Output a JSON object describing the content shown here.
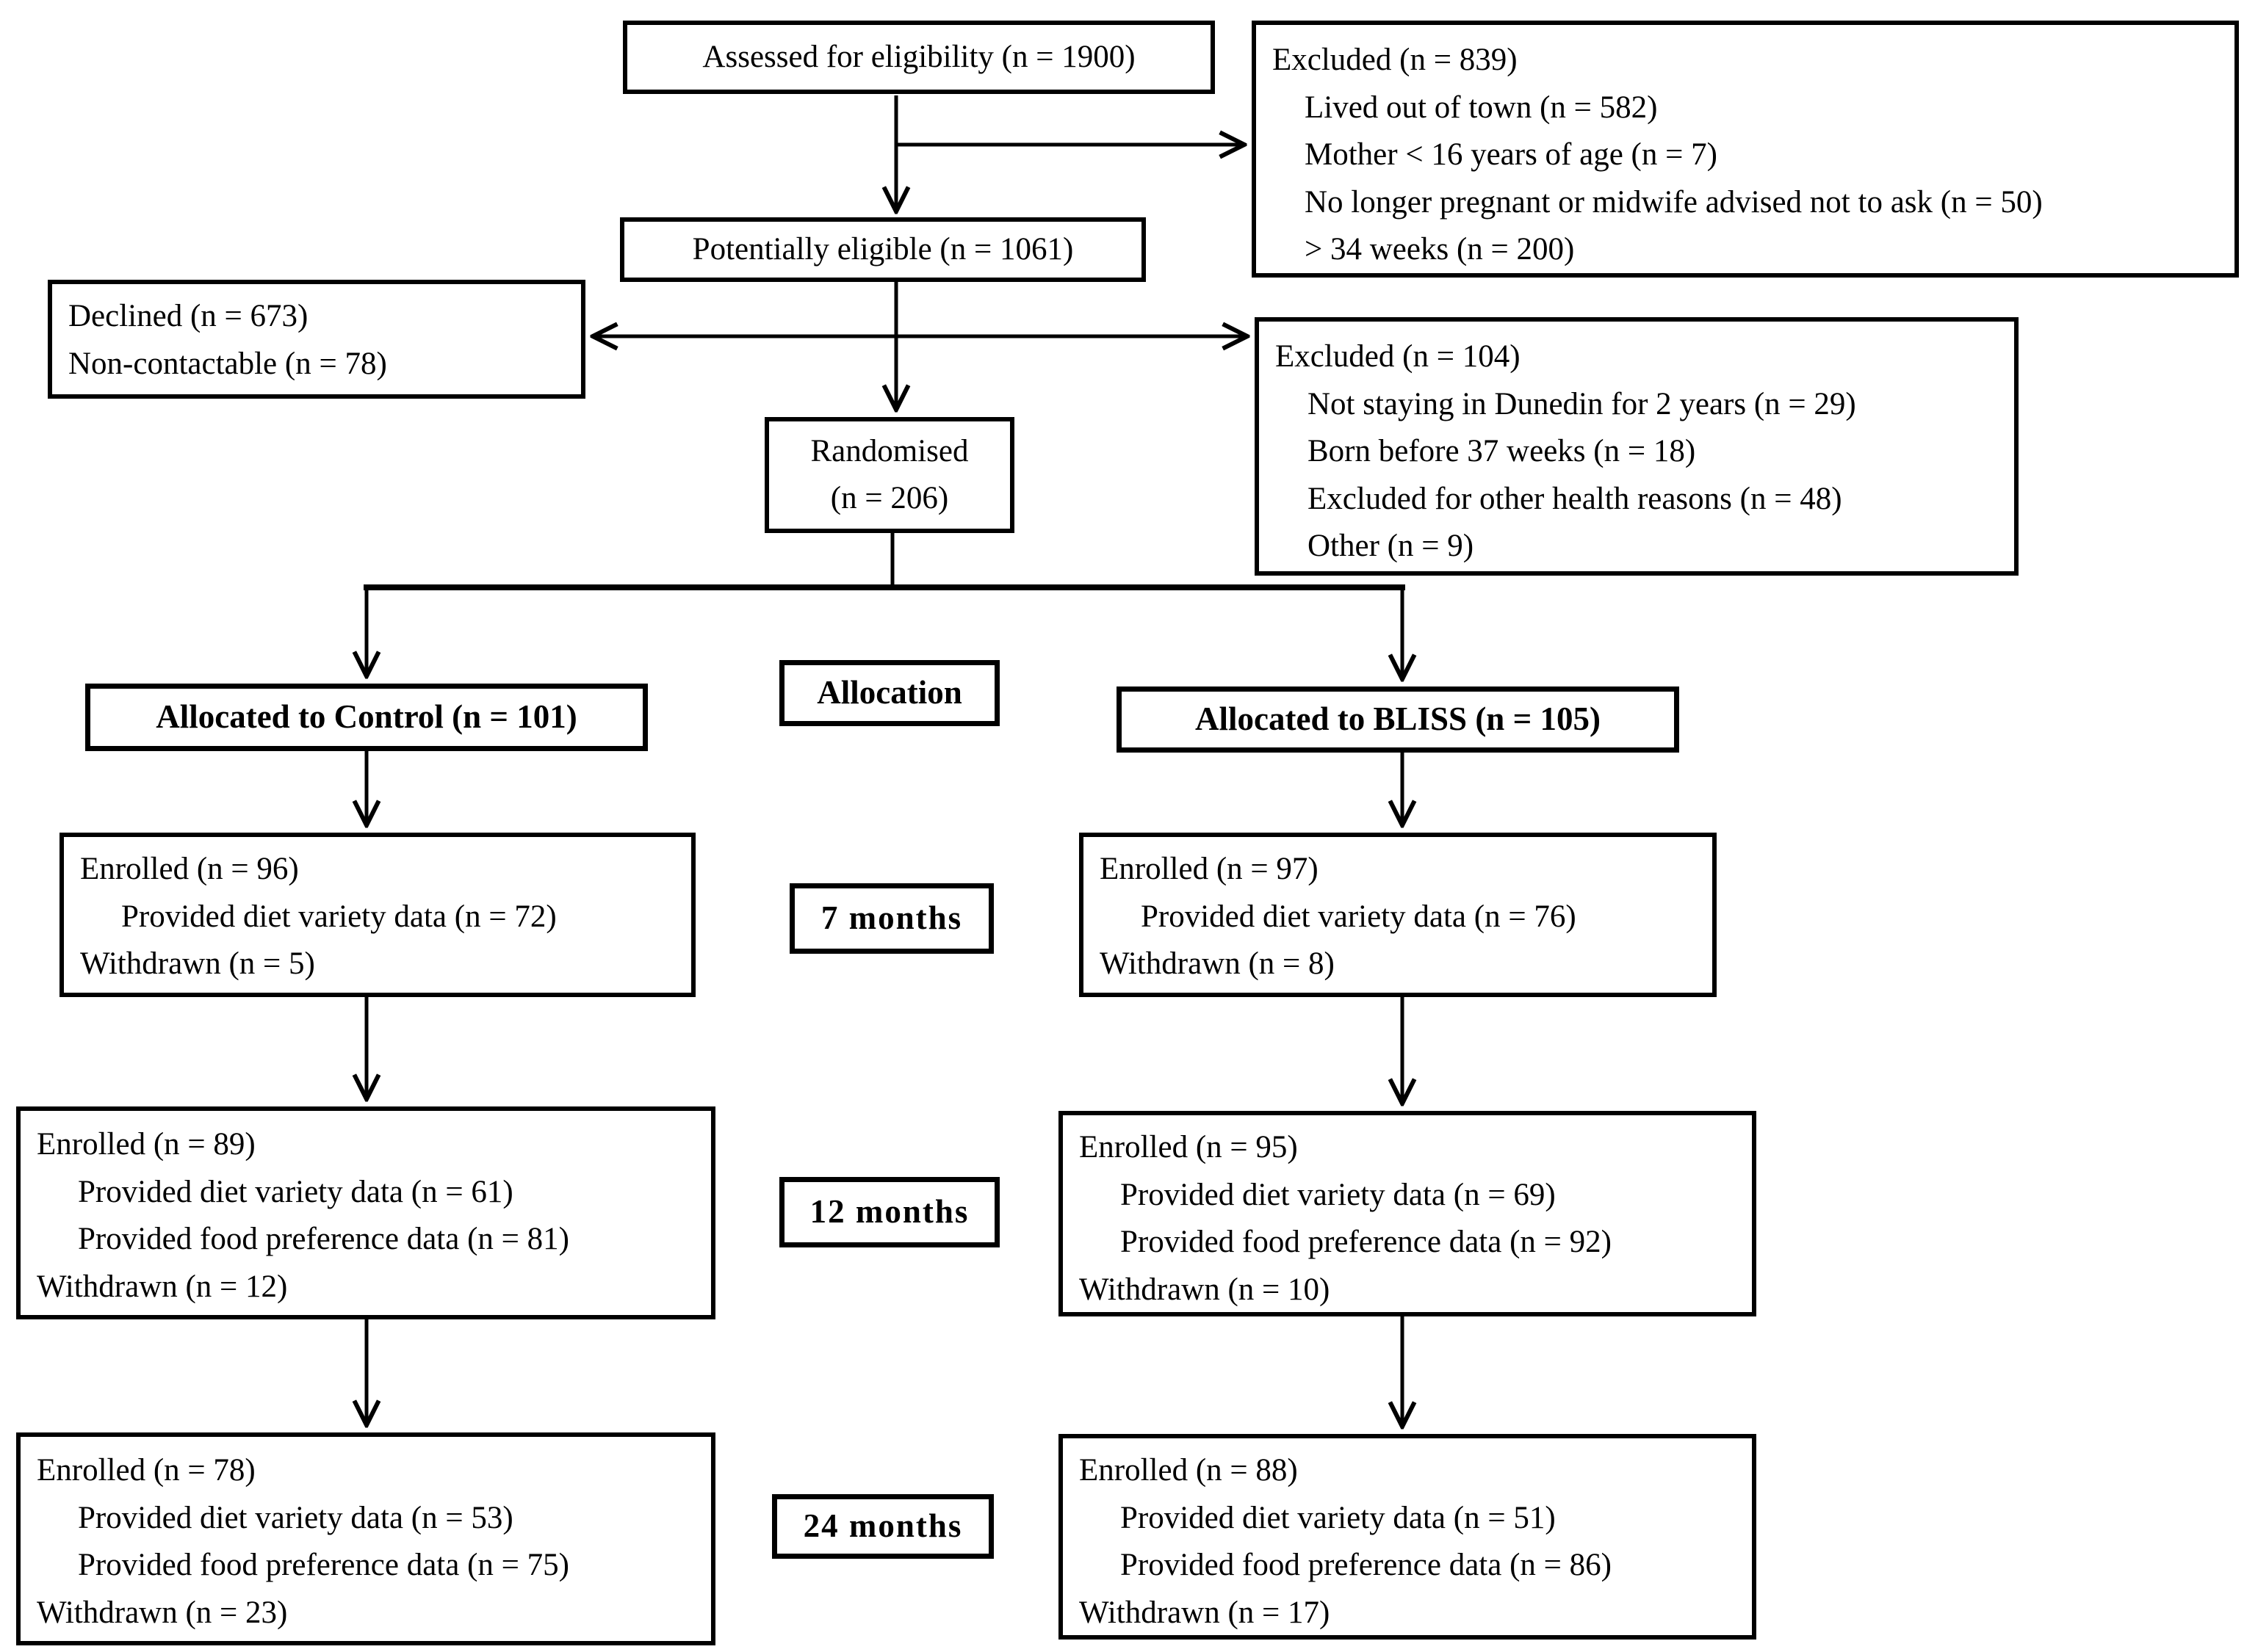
{
  "diagram": {
    "assessed": {
      "text": "Assessed for eligibility (n = 1900)"
    },
    "excluded_top": {
      "title": "Excluded (n = 839)",
      "items": [
        "Lived out of town (n = 582)",
        "Mother < 16 years of age (n = 7)",
        "No longer pregnant or midwife advised not to ask (n = 50)",
        "> 34 weeks (n = 200)"
      ]
    },
    "potentially_eligible": {
      "text": "Potentially eligible (n = 1061)"
    },
    "declined": {
      "items": [
        "Declined (n = 673)",
        "Non-contactable (n = 78)"
      ]
    },
    "excluded_randomisation": {
      "title": "Excluded (n = 104)",
      "items": [
        "Not staying in Dunedin for 2 years (n = 29)",
        "Born before 37 weeks (n = 18)",
        "Excluded for other health reasons (n = 48)",
        "Other (n = 9)"
      ]
    },
    "randomised": {
      "line1": "Randomised",
      "line2": "(n = 206)"
    },
    "allocation": {
      "label": "Allocation",
      "control": "Allocated to Control (n = 101)",
      "bliss": "Allocated to BLISS (n = 105)"
    },
    "followup": {
      "m7": {
        "label": "7 months",
        "control": {
          "enrolled": "Enrolled (n = 96)",
          "diet": "Provided diet variety data (n = 72)",
          "withdrawn": "Withdrawn (n = 5)"
        },
        "bliss": {
          "enrolled": "Enrolled (n = 97)",
          "diet": "Provided diet variety data (n = 76)",
          "withdrawn": "Withdrawn (n = 8)"
        }
      },
      "m12": {
        "label": "12 months",
        "control": {
          "enrolled": "Enrolled (n = 89)",
          "diet": "Provided diet variety data (n = 61)",
          "food": "Provided food preference data (n = 81)",
          "withdrawn": "Withdrawn (n = 12)"
        },
        "bliss": {
          "enrolled": "Enrolled (n = 95)",
          "diet": "Provided diet variety data (n = 69)",
          "food": "Provided food preference data (n = 92)",
          "withdrawn": "Withdrawn (n = 10)"
        }
      },
      "m24": {
        "label": "24 months",
        "control": {
          "enrolled": "Enrolled (n = 78)",
          "diet": "Provided diet variety data (n = 53)",
          "food": "Provided food preference data (n = 75)",
          "withdrawn": "Withdrawn (n = 23)"
        },
        "bliss": {
          "enrolled": "Enrolled (n = 88)",
          "diet": "Provided diet variety data (n = 51)",
          "food": "Provided food preference data (n = 86)",
          "withdrawn": "Withdrawn (n = 17)"
        }
      }
    }
  }
}
